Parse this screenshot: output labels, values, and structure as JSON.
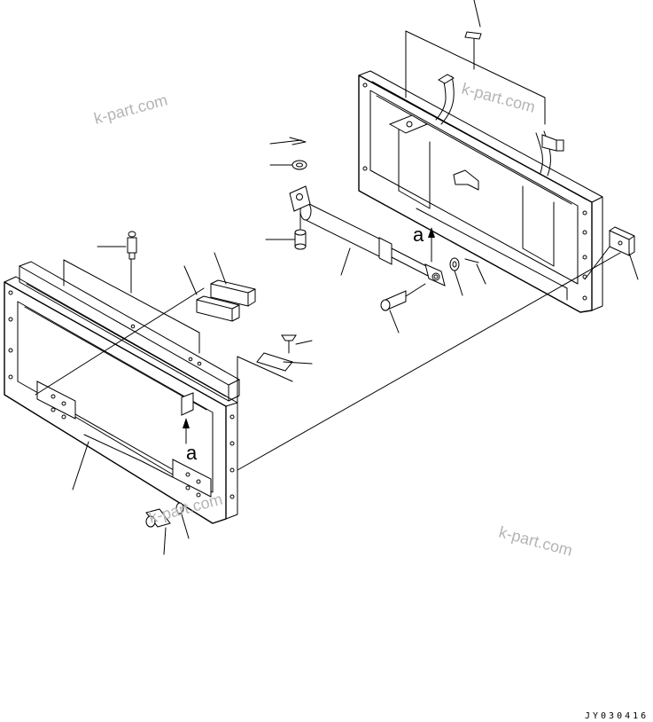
{
  "watermark": {
    "text": "k-part.com"
  },
  "detail_marker": {
    "label": "a"
  },
  "drawing_code": "JY030416",
  "colors": {
    "line": "#000000",
    "watermark": "#b4b4b4",
    "background": "#ffffff"
  }
}
